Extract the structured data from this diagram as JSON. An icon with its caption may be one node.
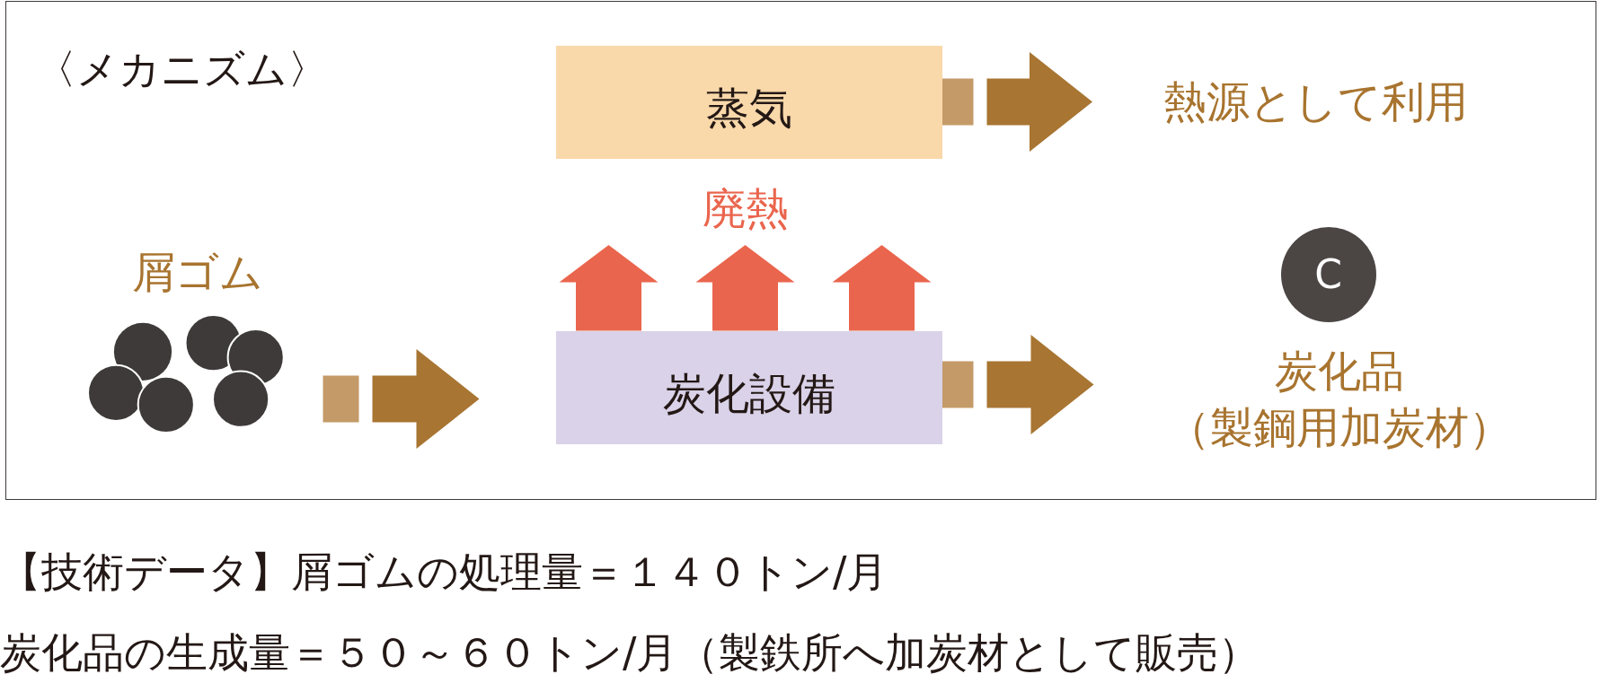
{
  "diagram": {
    "nodes": [
      {
        "text": [
          "〈メカニズム〉"
        ]
      },
      {
        "text": [
          "蒸気"
        ],
        "in": 0
      },
      {
        "text": [
          "熱源として利用"
        ],
        "in": 0
      },
      {
        "text": [
          "屑ゴム"
        ],
        "in": 0
      },
      {
        "text": [
          "炭化設備"
        ],
        "in": 0
      },
      {
        "text": [
          "C"
        ],
        "in": 0
      },
      {
        "text": [
          "炭化品",
          "（製鋼用加炭材）"
        ],
        "in": 0
      }
    ],
    "edges": [
      {
        "from": 1,
        "to": 2,
        "arrow": "to"
      },
      {
        "from": 3,
        "to": 4,
        "arrow": "to"
      },
      {
        "from": 4,
        "to": 6,
        "arrow": "to"
      },
      {
        "from": 4,
        "to": null,
        "arrow": "to",
        "color": "#ea654d"
      },
      {
        "from": 4,
        "to": null,
        "arrow": "to",
        "color": "#ea654d"
      },
      {
        "from": 4,
        "to": null,
        "arrow": "to",
        "color": "#ea654d"
      }
    ],
    "labels": [
      "廃熱",
      "【技術データ】屑ゴムの処理量＝１４０トン/月",
      "炭化品の生成量＝５０～６０トン/月（製鉄所へ加炭材として販売）"
    ]
  }
}
